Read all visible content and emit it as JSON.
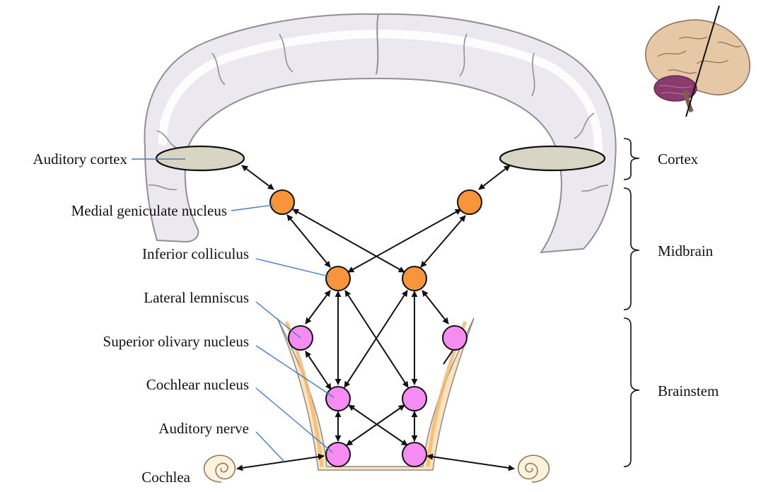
{
  "labels": {
    "auditory_cortex": "Auditory cortex",
    "medial_geniculate": "Medial geniculate nucleus",
    "inferior_colliculus": "Inferior colliculus",
    "lateral_lemniscus": "Lateral lemniscus",
    "superior_olivary": "Superior olivary nucleus",
    "cochlear_nucleus": "Cochlear nucleus",
    "auditory_nerve": "Auditory nerve",
    "cochlea": "Cochlea"
  },
  "regions": {
    "cortex": "Cortex",
    "midbrain": "Midbrain",
    "brainstem": "Brainstem"
  },
  "colors": {
    "cortex_oval": "#d8d5c4",
    "midbrain_nucleus": "#f7943c",
    "brainstem_nucleus": "#f58cf2",
    "brainstem_body": "#fce3bd",
    "brain_tissue": "#ebe9ef",
    "leader_line": "#4a7bbf"
  },
  "icons": {
    "brain": "brain-orientation-icon",
    "cochlea": "cochlea-spiral-icon"
  }
}
